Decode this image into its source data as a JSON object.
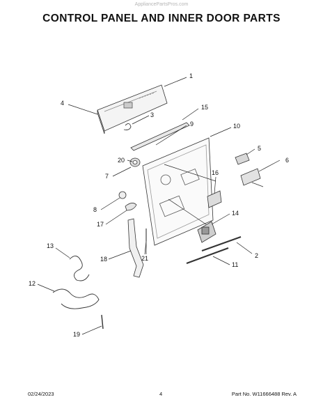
{
  "watermark": "AppliancePartsPros.com",
  "title": "CONTROL PANEL AND INNER DOOR PARTS",
  "callouts": [
    "1",
    "2",
    "3",
    "4",
    "5",
    "6",
    "7",
    "8",
    "9",
    "10",
    "11",
    "12",
    "13",
    "14",
    "15",
    "16",
    "17",
    "18",
    "19",
    "20",
    "21"
  ],
  "footer": {
    "date": "02/24/2023",
    "page": "4",
    "part_no": "Part No. W11666488  Rev. A"
  }
}
